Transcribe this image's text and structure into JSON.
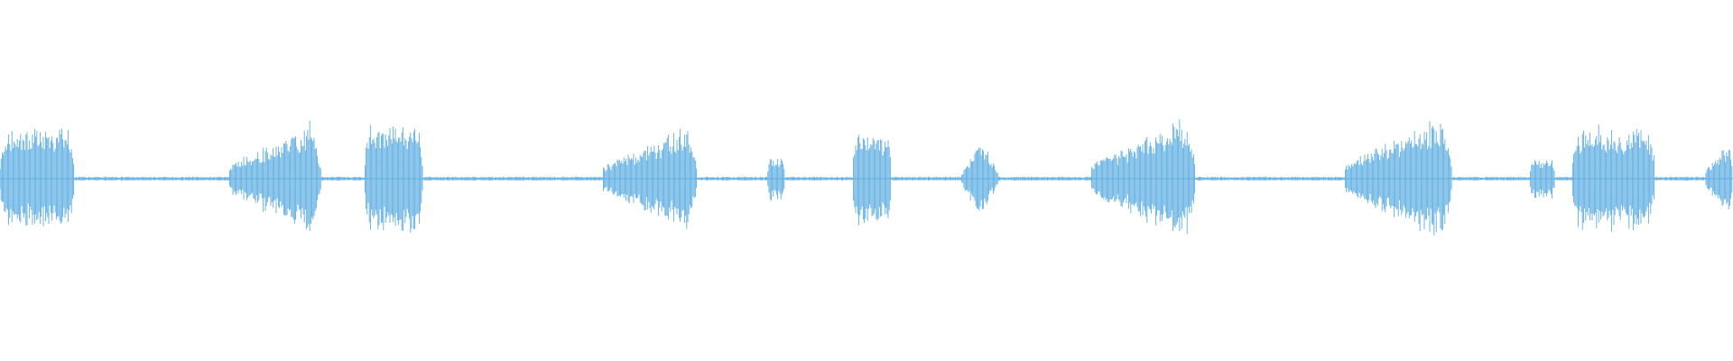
{
  "waveform": {
    "color": "#5DADE2",
    "background": "#FFFFFF",
    "segments": [
      {
        "start": 0.0,
        "end": 0.043,
        "peak": 0.29,
        "shape": "plateau"
      },
      {
        "start": 0.132,
        "end": 0.185,
        "peak": 0.33,
        "shape": "swell"
      },
      {
        "start": 0.21,
        "end": 0.244,
        "peak": 0.31,
        "shape": "plateau"
      },
      {
        "start": 0.348,
        "end": 0.402,
        "peak": 0.31,
        "shape": "swell"
      },
      {
        "start": 0.443,
        "end": 0.453,
        "peak": 0.13,
        "shape": "plateau"
      },
      {
        "start": 0.492,
        "end": 0.514,
        "peak": 0.28,
        "shape": "plateau"
      },
      {
        "start": 0.555,
        "end": 0.576,
        "peak": 0.24,
        "shape": "diamond"
      },
      {
        "start": 0.63,
        "end": 0.69,
        "peak": 0.36,
        "shape": "swell"
      },
      {
        "start": 0.776,
        "end": 0.838,
        "peak": 0.36,
        "shape": "swell"
      },
      {
        "start": 0.883,
        "end": 0.897,
        "peak": 0.12,
        "shape": "plateau"
      },
      {
        "start": 0.907,
        "end": 0.955,
        "peak": 0.3,
        "shape": "plateau"
      },
      {
        "start": 0.984,
        "end": 1.0,
        "peak": 0.21,
        "shape": "swell"
      }
    ],
    "noise_floor": 0.012
  }
}
